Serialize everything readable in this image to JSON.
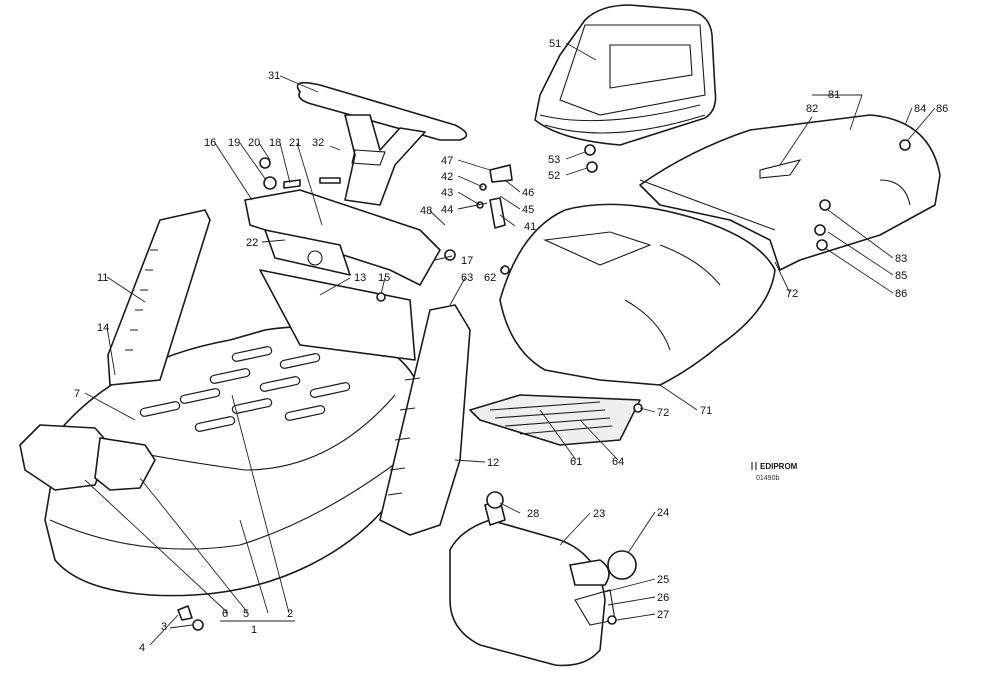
{
  "callouts": {
    "c1": "1",
    "c2": "2",
    "c3": "3",
    "c4": "4",
    "c5": "5",
    "c6": "6",
    "c7": "7",
    "c11": "11",
    "c12": "12",
    "c13": "13",
    "c14": "14",
    "c15": "15",
    "c16": "16",
    "c17": "17",
    "c18": "18",
    "c19": "19",
    "c20": "20",
    "c21": "21",
    "c22": "22",
    "c23": "23",
    "c24": "24",
    "c25": "25",
    "c26": "26",
    "c27": "27",
    "c28": "28",
    "c31": "31",
    "c32": "32",
    "c41": "41",
    "c42": "42",
    "c43": "43",
    "c44": "44",
    "c45": "45",
    "c46": "46",
    "c47": "47",
    "c48": "48",
    "c51": "51",
    "c52": "52",
    "c53": "53",
    "c61": "61",
    "c62": "62",
    "c63": "63",
    "c64": "64",
    "c71": "71",
    "c72a": "72",
    "c72b": "72",
    "c81": "81",
    "c82": "82",
    "c83": "83",
    "c84": "84",
    "c85": "85",
    "c86a": "86",
    "c86b": "86"
  },
  "logo": {
    "brand": "EDIPROM",
    "code": "01490b"
  },
  "colors": {
    "line": "#1a1a1a",
    "background": "#ffffff"
  }
}
